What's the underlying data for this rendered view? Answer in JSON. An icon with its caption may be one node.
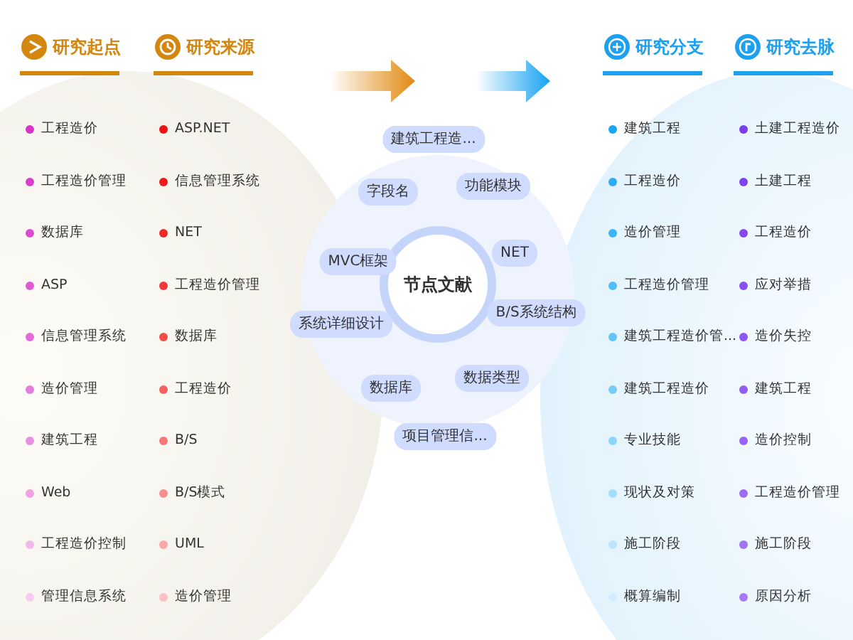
{
  "diagram": {
    "nodes": [
      {
        "text": [
          "节点文献"
        ]
      },
      {
        "text": [
          "建筑工程造..."
        ]
      },
      {
        "text": [
          "字段名"
        ]
      },
      {
        "text": [
          "功能模块"
        ]
      },
      {
        "text": [
          "MVC框架"
        ]
      },
      {
        "text": [
          "NET"
        ]
      },
      {
        "text": [
          "系统详细设计"
        ]
      },
      {
        "text": [
          "B/S系统结构"
        ]
      },
      {
        "text": [
          "数据库"
        ]
      },
      {
        "text": [
          "数据类型"
        ]
      },
      {
        "text": [
          "项目管理信..."
        ]
      }
    ],
    "labels": [
      "研究起点",
      "工程造价",
      "工程造价管理",
      "数据库",
      "ASP",
      "信息管理系统",
      "造价管理",
      "建筑工程",
      "Web",
      "工程造价控制",
      "管理信息系统",
      "研究来源",
      "ASP.NET",
      "信息管理系统",
      "NET",
      "工程造价管理",
      "数据库",
      "工程造价",
      "B/S",
      "B/S模式",
      "UML",
      "造价管理",
      "研究分支",
      "建筑工程",
      "工程造价",
      "造价管理",
      "工程造价管理",
      "建筑工程造价管...",
      "建筑工程造价",
      "专业技能",
      "现状及对策",
      "施工阶段",
      "概算编制",
      "研究去脉",
      "土建工程造价",
      "土建工程",
      "工程造价",
      "应对举措",
      "造价失控",
      "建筑工程",
      "造价控制",
      "工程造价管理",
      "施工阶段",
      "原因分析"
    ]
  }
}
